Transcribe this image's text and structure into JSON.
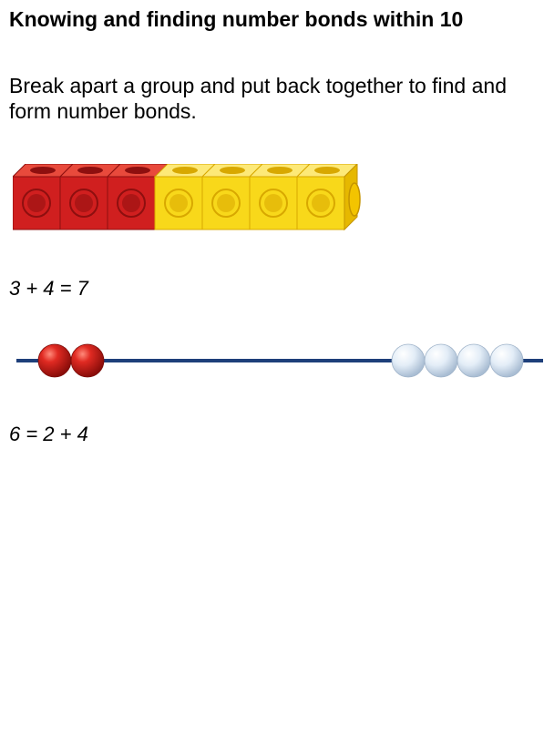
{
  "heading": {
    "title": "Knowing and finding number bonds within 10",
    "subtitle": "Break apart a group and put back together to find and form number bonds."
  },
  "cubes": {
    "red_count": 3,
    "yellow_count": 4,
    "colors": {
      "red": "#c8171c",
      "yellow": "#f6d200"
    }
  },
  "equation_1": "3 + 4 = 7",
  "bead_string": {
    "red_beads": 2,
    "white_beads": 4,
    "colors": {
      "red": "#cc1f1a",
      "white": "#d6e4f2",
      "string": "#1e3f7a"
    }
  },
  "equation_2": "6 = 2 + 4"
}
